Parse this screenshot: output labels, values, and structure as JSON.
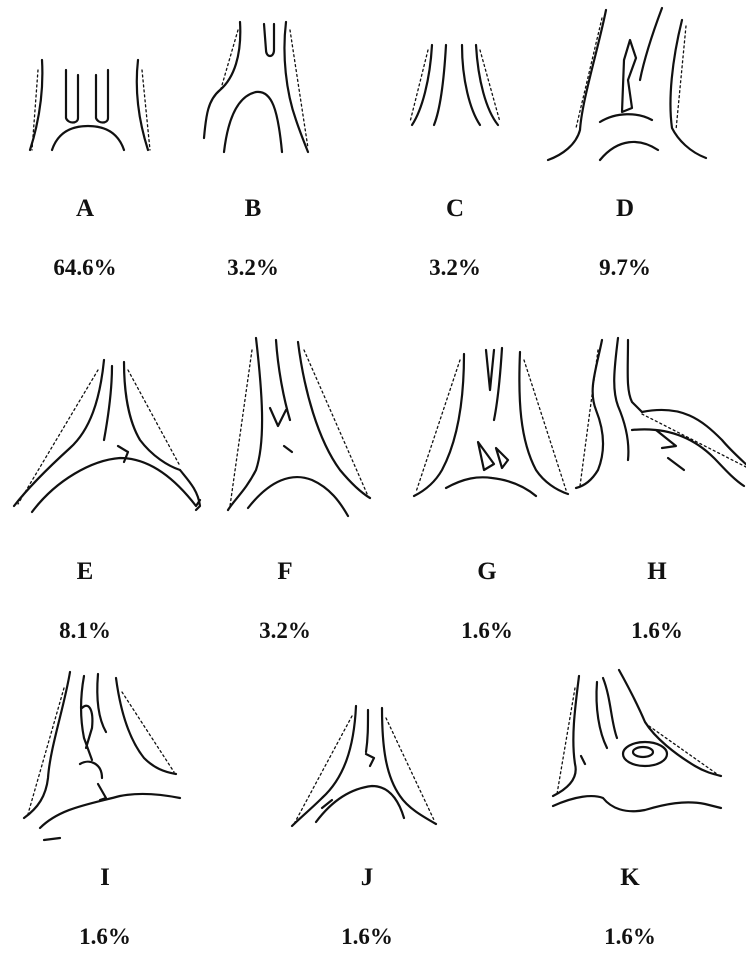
{
  "variants": [
    {
      "letter": "A",
      "percent": "64.6%"
    },
    {
      "letter": "B",
      "percent": "3.2%"
    },
    {
      "letter": "C",
      "percent": "3.2%"
    },
    {
      "letter": "D",
      "percent": "9.7%"
    },
    {
      "letter": "E",
      "percent": "8.1%"
    },
    {
      "letter": "F",
      "percent": "3.2%"
    },
    {
      "letter": "G",
      "percent": "1.6%"
    },
    {
      "letter": "H",
      "percent": "1.6%"
    },
    {
      "letter": "I",
      "percent": "1.6%"
    },
    {
      "letter": "J",
      "percent": "1.6%"
    },
    {
      "letter": "K",
      "percent": "1.6%"
    }
  ]
}
